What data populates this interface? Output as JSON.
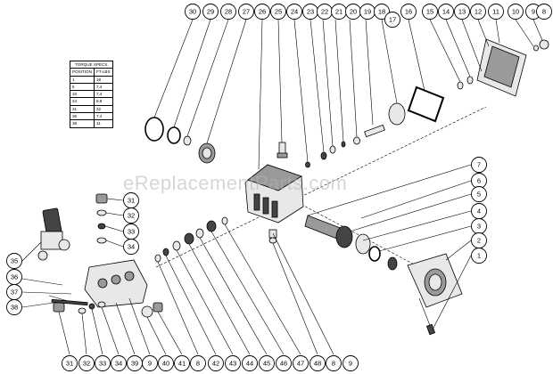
{
  "torque_table": {
    "title": "TORQUE SPECS",
    "columns": [
      "POSITION",
      "FT-LBS"
    ],
    "rows": [
      [
        "1",
        "18"
      ],
      [
        "6",
        "7.4"
      ],
      [
        "10",
        "7.4"
      ],
      [
        "24",
        "8.8"
      ],
      [
        "31",
        "32"
      ],
      [
        "36",
        "7.4"
      ],
      [
        "38",
        "11"
      ]
    ]
  },
  "watermark": "eReplacementParts.com",
  "callouts": {
    "top_row": [
      "30",
      "29",
      "28",
      "27",
      "26",
      "25",
      "24",
      "23",
      "22",
      "21",
      "20",
      "19",
      "18",
      "16",
      "15",
      "14",
      "13",
      "12",
      "11",
      "10",
      "9",
      "8"
    ],
    "right_column": [
      "7",
      "6",
      "5",
      "4",
      "3",
      "2",
      "1"
    ],
    "bottom_row": [
      "31",
      "32",
      "33",
      "34",
      "39",
      "9",
      "40",
      "41",
      "8",
      "42",
      "43",
      "44",
      "45",
      "46",
      "47",
      "48",
      "8",
      "9"
    ],
    "left_column": [
      "35",
      "36",
      "37",
      "38"
    ],
    "valve_column": [
      "31",
      "32",
      "33",
      "34"
    ],
    "extra_top": "17"
  }
}
